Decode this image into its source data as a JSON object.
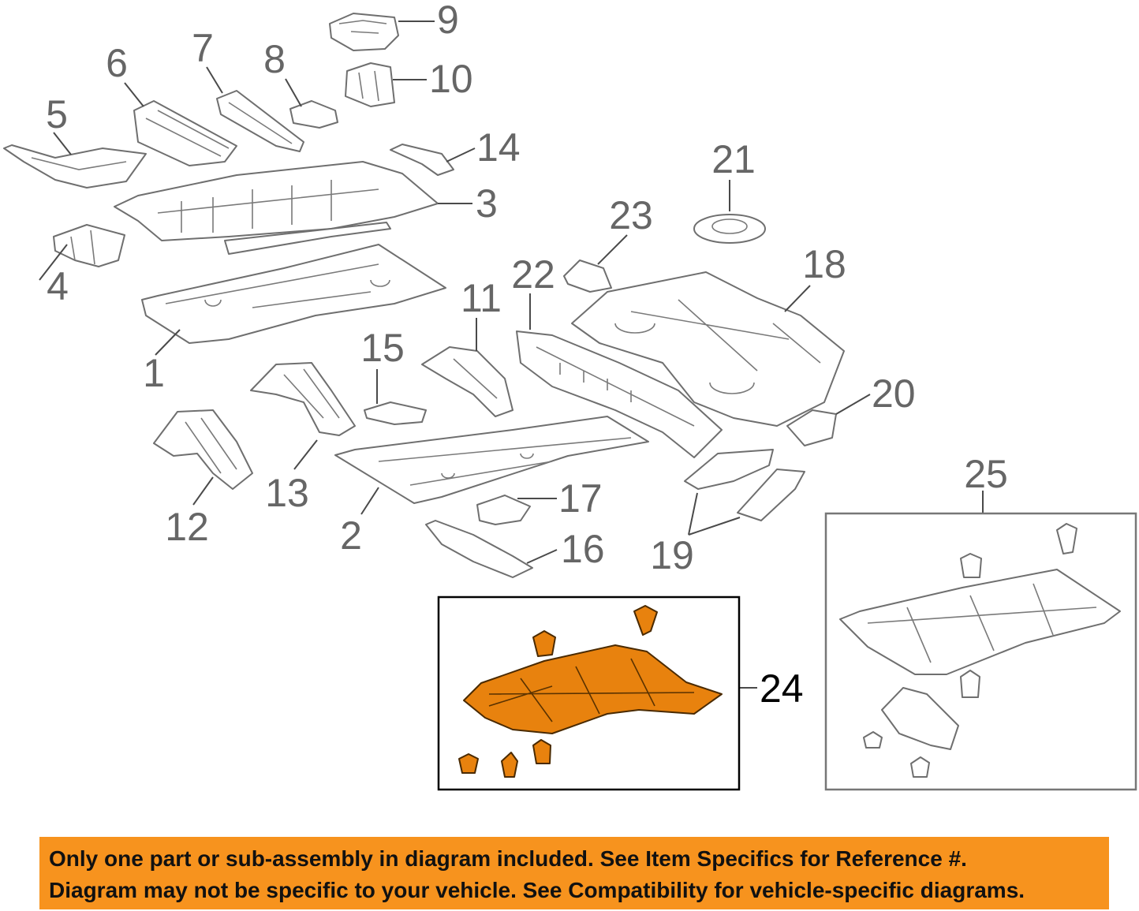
{
  "diagram": {
    "labels": [
      "1",
      "2",
      "3",
      "4",
      "5",
      "6",
      "7",
      "8",
      "9",
      "10",
      "11",
      "12",
      "13",
      "14",
      "15",
      "16",
      "17",
      "18",
      "19",
      "20",
      "21",
      "22",
      "23",
      "24",
      "25"
    ],
    "highlight_color": "#e8820e",
    "banner_color": "#f7931e"
  },
  "banner": {
    "line1": "Only one part or sub-assembly in diagram included. See Item Specifics for Reference #.",
    "line2": "Diagram may not be specific to your vehicle. See Compatibility for vehicle-specific diagrams."
  }
}
